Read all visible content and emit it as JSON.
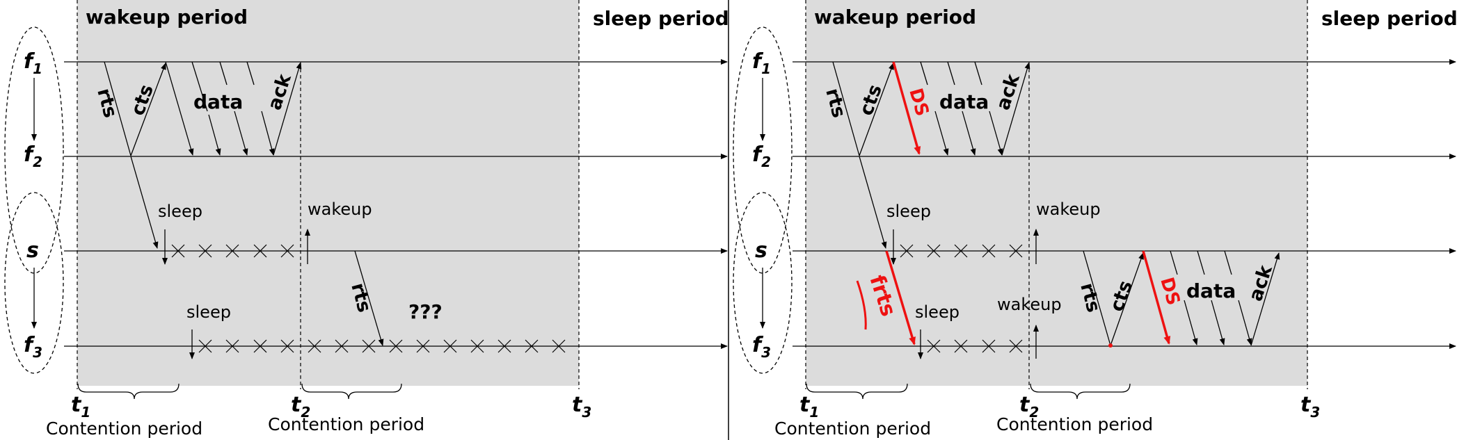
{
  "panels": [
    {
      "id": "left",
      "wakeup_label": "wakeup period",
      "sleep_period_label": "sleep period",
      "nodes": [
        {
          "main": "f",
          "sub": "1"
        },
        {
          "main": "f",
          "sub": "2"
        },
        {
          "main": "s",
          "sub": ""
        },
        {
          "main": "f",
          "sub": "3"
        }
      ],
      "time_labels": [
        {
          "main": "t",
          "sub": "1"
        },
        {
          "main": "t",
          "sub": "2"
        },
        {
          "main": "t",
          "sub": "3"
        }
      ],
      "contention_labels": [
        "Contention period",
        "Contention period"
      ],
      "msg": {
        "rts_1": "rts",
        "cts": "cts",
        "data": "data",
        "ack": "ack",
        "rts_2": "rts",
        "unknown": "???"
      },
      "annotations": {
        "sleep_s": "sleep",
        "wakeup_s": "wakeup",
        "sleep_f3": "sleep"
      }
    },
    {
      "id": "right",
      "wakeup_label": "wakeup period",
      "sleep_period_label": "sleep period",
      "nodes": [
        {
          "main": "f",
          "sub": "1"
        },
        {
          "main": "f",
          "sub": "2"
        },
        {
          "main": "s",
          "sub": ""
        },
        {
          "main": "f",
          "sub": "3"
        }
      ],
      "time_labels": [
        {
          "main": "t",
          "sub": "1"
        },
        {
          "main": "t",
          "sub": "2"
        },
        {
          "main": "t",
          "sub": "3"
        }
      ],
      "contention_labels": [
        "Contention period",
        "Contention period"
      ],
      "msg": {
        "rts_1": "rts",
        "cts_1": "cts",
        "ds_1": "DS",
        "data_1": "data",
        "ack_1": "ack",
        "frts": "frts",
        "rts_2": "rts",
        "cts_2": "cts",
        "ds_2": "DS",
        "data_2": "data",
        "ack_2": "ack"
      },
      "annotations": {
        "sleep_s": "sleep",
        "wakeup_s": "wakeup",
        "sleep_f3": "sleep",
        "wakeup_f3": "wakeup"
      }
    }
  ],
  "colors": {
    "shade": "#dcdcdc",
    "highlight": "#ee1111",
    "line": "#000000"
  }
}
